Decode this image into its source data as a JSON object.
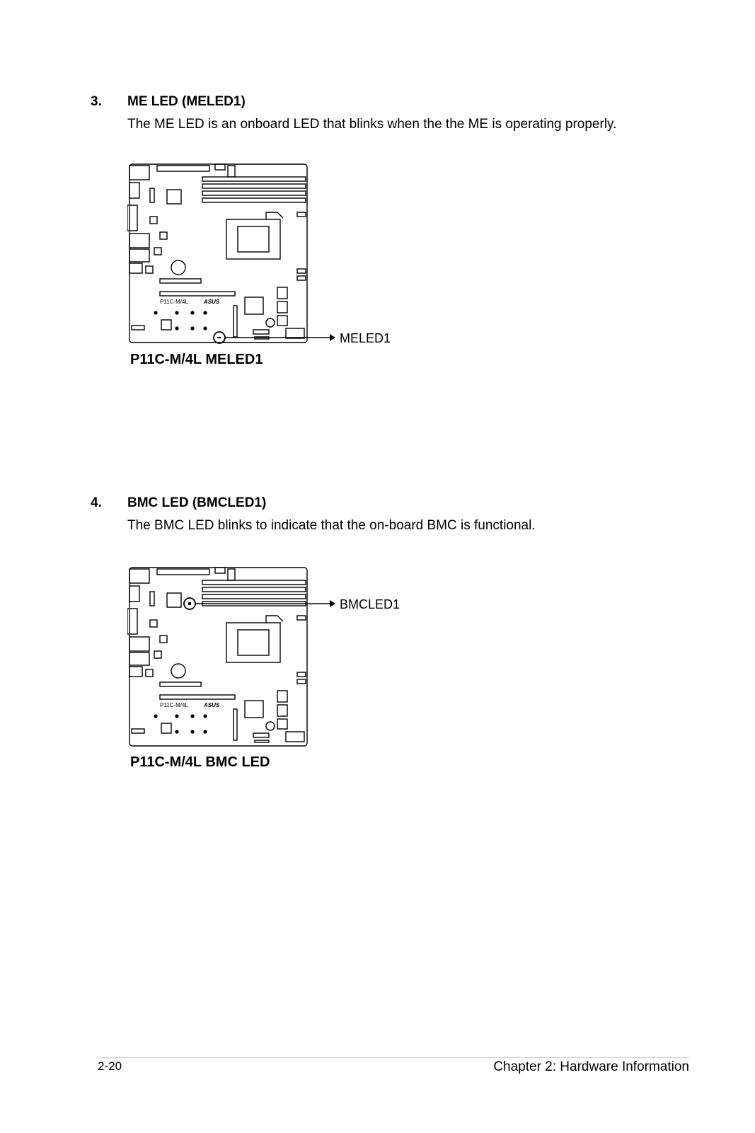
{
  "sections": [
    {
      "number": "3.",
      "title": "ME LED (MELED1)",
      "description": "The ME LED is an onboard LED that blinks when the the ME is operating properly.",
      "board_model": "P11C-M/4L",
      "brand": "ASUS",
      "callout": "MELED1",
      "caption": "P11C-M/4L MELED1"
    },
    {
      "number": "4.",
      "title": "BMC LED (BMCLED1)",
      "description": "The BMC LED blinks to indicate that the on-board BMC is functional.",
      "board_model": "P11C-M/4L",
      "brand": "ASUS",
      "callout": "BMCLED1",
      "caption": "P11C-M/4L BMC LED"
    }
  ],
  "footer": {
    "page_number": "2-20",
    "chapter": "Chapter 2: Hardware Information"
  }
}
